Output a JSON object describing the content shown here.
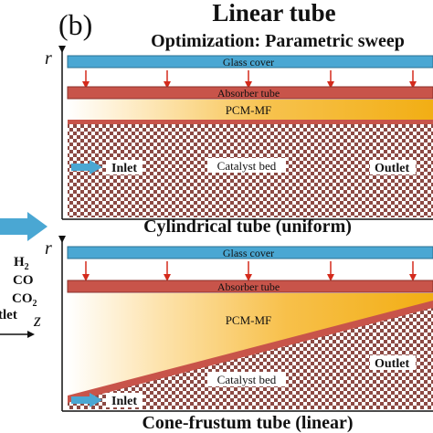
{
  "panel_label": "(b)",
  "title": "Linear tube",
  "subtitle": "Optimization: Parametric sweep",
  "r_axis": "r",
  "z_axis": "z",
  "left_gases": {
    "h2": "H",
    "h2_sub": "2",
    "co": "CO",
    "co2": "CO",
    "co2_sub": "2",
    "outlet_fragment": "tlet"
  },
  "top_diagram": {
    "glass_cover": "Glass cover",
    "absorber_tube": "Absorber tube",
    "pcm": "PCM-MF",
    "catalyst_bed": "Catalyst bed",
    "inlet": "Inlet",
    "outlet": "Outlet",
    "caption": "Cylindrical tube (uniform)"
  },
  "bottom_diagram": {
    "glass_cover": "Glass cover",
    "absorber_tube": "Absorber tube",
    "pcm": "PCM-MF",
    "catalyst_bed": "Catalyst bed",
    "inlet": "Inlet",
    "outlet": "Outlet",
    "caption": "Cone-frustum tube (linear)"
  },
  "colors": {
    "glass": "#4aa7d3",
    "absorber": "#c8544a",
    "arrow": "#d42a1c",
    "pcm_start": "#ffffff",
    "pcm_end": "#f2b11a",
    "checker_dark": "#8c4a44",
    "checker_light": "#ffffff",
    "flow_arrow": "#4aa7d3"
  }
}
